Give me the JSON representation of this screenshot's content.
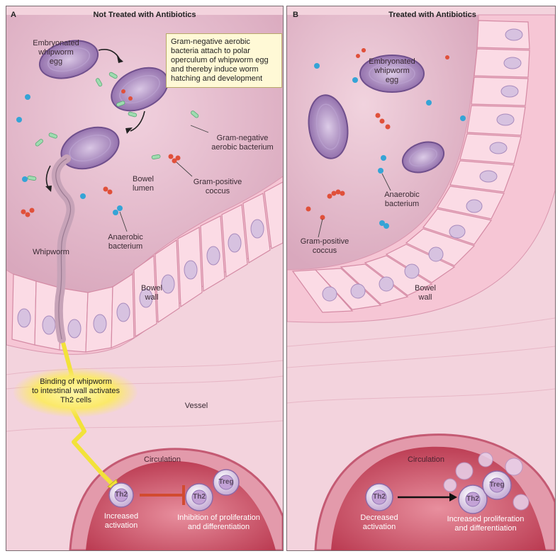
{
  "panel_a": {
    "letter": "A",
    "title": "Not Treated with Antibiotics",
    "callout": "Gram-negative aerobic bacteria attach to polar operculum of whipworm egg and thereby induce worm hatching and development",
    "labels": {
      "embryonated_egg": [
        "Embryonated",
        "whipworm",
        "egg"
      ],
      "gram_negative": [
        "Gram-negative",
        "aerobic bacterium"
      ],
      "bowel_lumen": [
        "Bowel",
        "lumen"
      ],
      "gram_positive": [
        "Gram-positive",
        "coccus"
      ],
      "whipworm": "Whipworm",
      "anaerobic": [
        "Anaerobic",
        "bacterium"
      ],
      "bowel_wall": [
        "Bowel",
        "wall"
      ],
      "binding": [
        "Binding of whipworm",
        "to intestinal wall activates",
        "Th2 cells"
      ],
      "vessel": "Vessel",
      "circulation": "Circulation",
      "th2": "Th2",
      "treg": "Treg",
      "activation": [
        "Increased",
        "activation"
      ],
      "outcome": [
        "Inhibition of proliferation",
        "and differentiation"
      ]
    }
  },
  "panel_b": {
    "letter": "B",
    "title": "Treated with Antibiotics",
    "labels": {
      "embryonated_egg": [
        "Embryonated",
        "whipworm",
        "egg"
      ],
      "anaerobic": [
        "Anaerobic",
        "bacterium"
      ],
      "gram_positive": [
        "Gram-positive",
        "coccus"
      ],
      "bowel_wall": [
        "Bowel",
        "wall"
      ],
      "circulation": "Circulation",
      "th2": "Th2",
      "treg": "Treg",
      "activation": [
        "Decreased",
        "activation"
      ],
      "outcome": [
        "Increased proliferation",
        "and differentiation"
      ]
    }
  },
  "colors": {
    "tissue": "#f7dde4",
    "lumen": "#e9bfd0",
    "epithelium": "#f5cad8",
    "vessel": "#c94a62",
    "egg": "#9a7bb4",
    "callout": "#fff9d6",
    "inhibit_arrow": "#d24b2f",
    "bolt": "#f2e23a"
  }
}
